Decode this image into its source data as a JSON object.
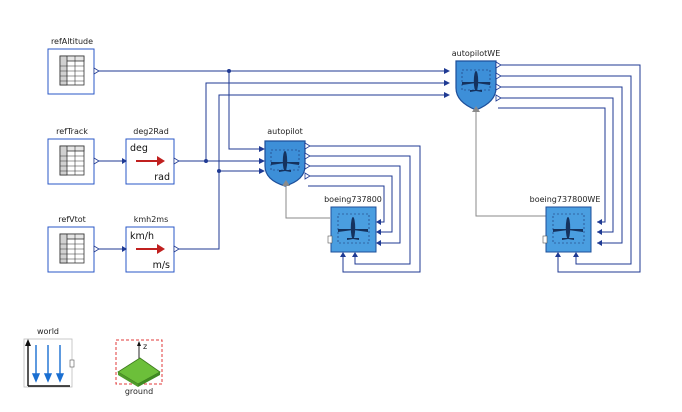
{
  "blocks": {
    "refAltitude": {
      "label": "refAltitude"
    },
    "refTrack": {
      "label": "refTrack"
    },
    "refVtot": {
      "label": "refVtot"
    },
    "deg2Rad": {
      "label": "deg2Rad",
      "in_text": "deg",
      "out_text": "rad"
    },
    "kmh2ms": {
      "label": "kmh2ms",
      "in_text": "km/h",
      "out_text": "m/s"
    },
    "autopilot": {
      "label": "autopilot"
    },
    "autopilotWE": {
      "label": "autopilotWE"
    },
    "boeing737800": {
      "label": "boeing737800"
    },
    "boeing737800WE": {
      "label": "boeing737800WE"
    },
    "world": {
      "label": "world"
    },
    "ground": {
      "label": "ground",
      "axis_text": "z"
    }
  },
  "colors": {
    "wire": "#1f3a93",
    "shield": "#3d8fd8",
    "aircraft_box": "#4a9ee0",
    "arrow_red": "#c0201f",
    "ground_green": "#6cbf3a"
  }
}
